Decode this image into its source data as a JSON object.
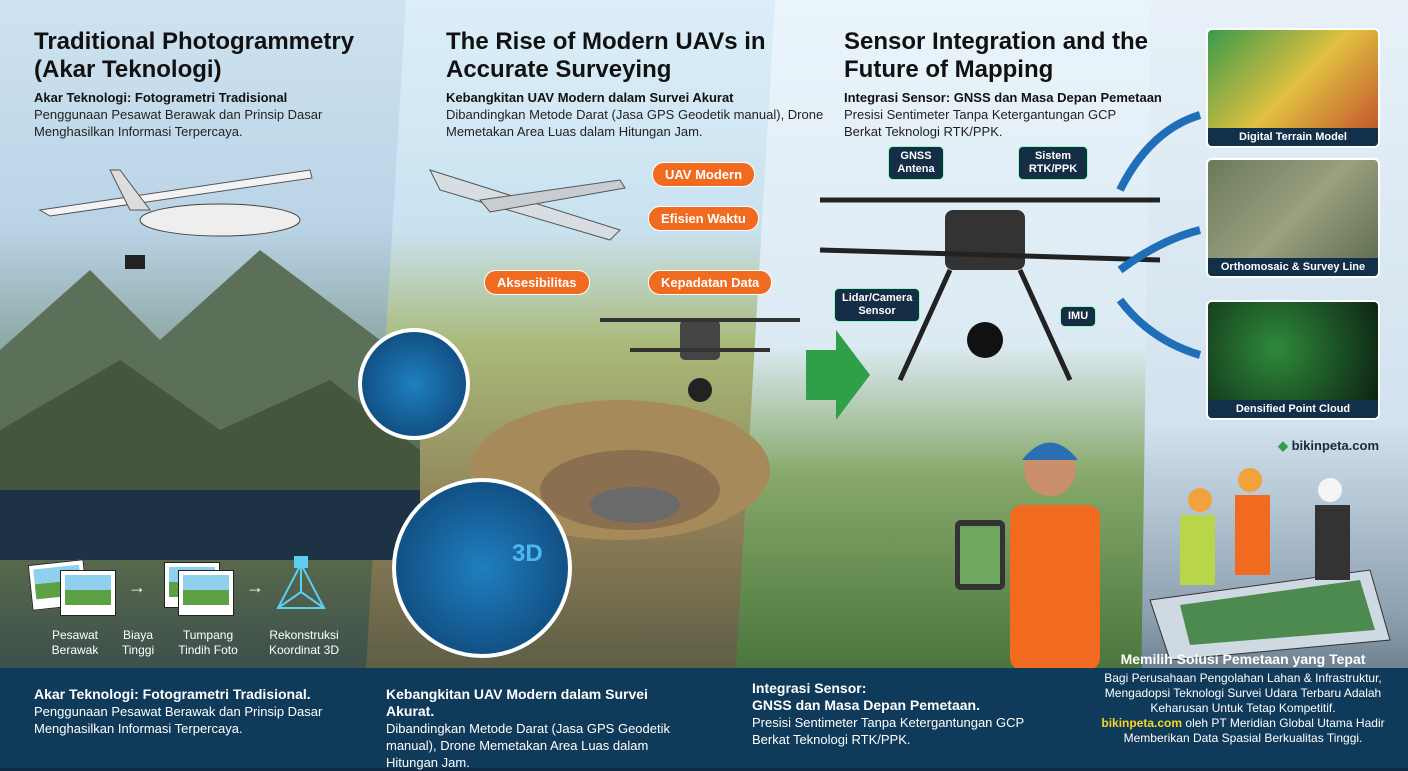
{
  "panel1": {
    "title": "Traditional Photogrammetry (Akar Teknologi)",
    "subtitle": "Akar Teknologi: Fotogrametri Tradisional",
    "description": "Penggunaan Pesawat Berawak dan Prinsip Dasar Menghasilkan Informasi Terpercaya.",
    "steps": [
      {
        "label": "Pesawat Berawak",
        "icon": "photo-icon"
      },
      {
        "label": "Biaya Tinggi",
        "icon": "arrow-right-icon"
      },
      {
        "label": "Tumpang Tindih Foto",
        "icon": "photo-stack-icon"
      },
      {
        "label": "Rekonstruksi Koordinat 3D",
        "icon": "3d-model-icon"
      }
    ],
    "footer_title": "Akar Teknologi: Fotogrametri Tradisional.",
    "footer_text": "Penggunaan Pesawat Berawak dan Prinsip Dasar Menghasilkan Informasi Terpercaya."
  },
  "panel2": {
    "title": "The Rise of Modern UAVs in Accurate Surveying",
    "subtitle": "Kebangkitan UAV Modern dalam Survei Akurat",
    "description": "Dibandingkan Metode Darat (Jasa GPS Geodetik manual), Drone Memetakan Area Luas dalam Hitungan Jam.",
    "tags": [
      "UAV Modern",
      "Efisien Waktu",
      "Aksesibilitas",
      "Kepadatan Data"
    ],
    "badge_3d": "3D",
    "footer_title": "Kebangkitan UAV Modern dalam Survei Akurat.",
    "footer_text": "Dibandingkan Metode Darat (Jasa GPS Geodetik manual), Drone Memetakan Area Luas dalam Hitungan Jam."
  },
  "panel3": {
    "title": "Sensor Integration and the Future of Mapping",
    "subtitle": "Integrasi Sensor: GNSS dan Masa Depan Pemetaan",
    "description": "Presisi Sentimeter Tanpa Ketergantungan GCP Berkat Teknologi RTK/PPK.",
    "sensors": [
      "GNSS Antena",
      "Sistem RTK/PPK",
      "Lidar/Camera Sensor",
      "IMU"
    ],
    "footer_title1": "Integrasi Sensor:",
    "footer_title2": "GNSS dan Masa Depan Pemetaan.",
    "footer_text": "Presisi Sentimeter Tanpa Ketergantungan GCP Berkat Teknologi RTK/PPK."
  },
  "outputs": [
    "Digital Terrain Model",
    "Orthomosaic & Survey Line",
    "Densified Point Cloud"
  ],
  "logo": "bikinpeta.com",
  "panel4": {
    "title": "Memilih Solusi Pemetaan yang Tepat",
    "text1": "Bagi Perusahaan Pengolahan Lahan & Infrastruktur, Mengadopsi Teknologi Survei Udara Terbaru Adalah Keharusan Untuk Tetap Kompetitif.",
    "brand": "bikinpeta.com",
    "text2": "oleh PT Meridian Global Utama Hadir Memberikan Data Spasial Berkualitas Tinggi."
  },
  "colors": {
    "accent": "#f06a1f",
    "brand": "#f5d623",
    "footer": "#103a5a"
  }
}
